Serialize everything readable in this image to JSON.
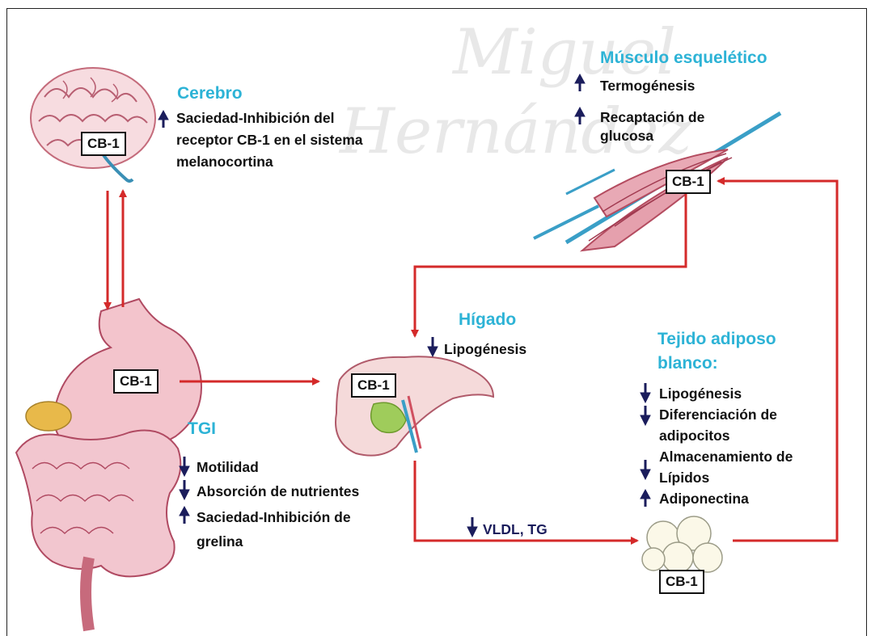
{
  "watermark": [
    "Miguel",
    "Hernández"
  ],
  "accent_colors": {
    "title": "#2db3d6",
    "arrow": "#d42a2a",
    "indicator": "#1b1d5c"
  },
  "organs": {
    "brain": {
      "title": "Cerebro",
      "label": "CB-1",
      "effects": [
        {
          "dir": "up",
          "lines": [
            "Saciedad-Inhibición del",
            "receptor CB-1 en el sistema",
            "melanocortina"
          ]
        }
      ]
    },
    "muscle": {
      "title": "Músculo esquelético",
      "label": "CB-1",
      "effects": [
        {
          "dir": "up",
          "lines": [
            "Termogénesis"
          ]
        },
        {
          "dir": "up",
          "lines": [
            "Recaptación de",
            "glucosa"
          ]
        }
      ]
    },
    "liver": {
      "title": "Hígado",
      "label": "CB-1",
      "effects": [
        {
          "dir": "down",
          "lines": [
            "Lipogénesis"
          ]
        }
      ]
    },
    "adipose": {
      "title_lines": [
        "Tejido adiposo",
        "blanco:"
      ],
      "label": "CB-1",
      "effects": [
        {
          "dir": "down",
          "lines": [
            "Lipogénesis"
          ]
        },
        {
          "dir": "down",
          "lines": [
            "Diferenciación de",
            "adipocitos"
          ]
        },
        {
          "dir": "down",
          "lines": [
            "Almacenamiento de",
            "Lípidos"
          ]
        },
        {
          "dir": "up",
          "lines": [
            "Adiponectina"
          ]
        }
      ]
    },
    "gut": {
      "title": "TGI",
      "label": "CB-1",
      "effects": [
        {
          "dir": "down",
          "lines": [
            "Motilidad"
          ]
        },
        {
          "dir": "down",
          "lines": [
            "Absorción de nutrientes"
          ]
        },
        {
          "dir": "up",
          "lines": [
            "Saciedad-Inhibición de",
            "grelina"
          ]
        }
      ]
    }
  },
  "flow_label": {
    "dir": "down",
    "text": "VLDL, TG"
  }
}
